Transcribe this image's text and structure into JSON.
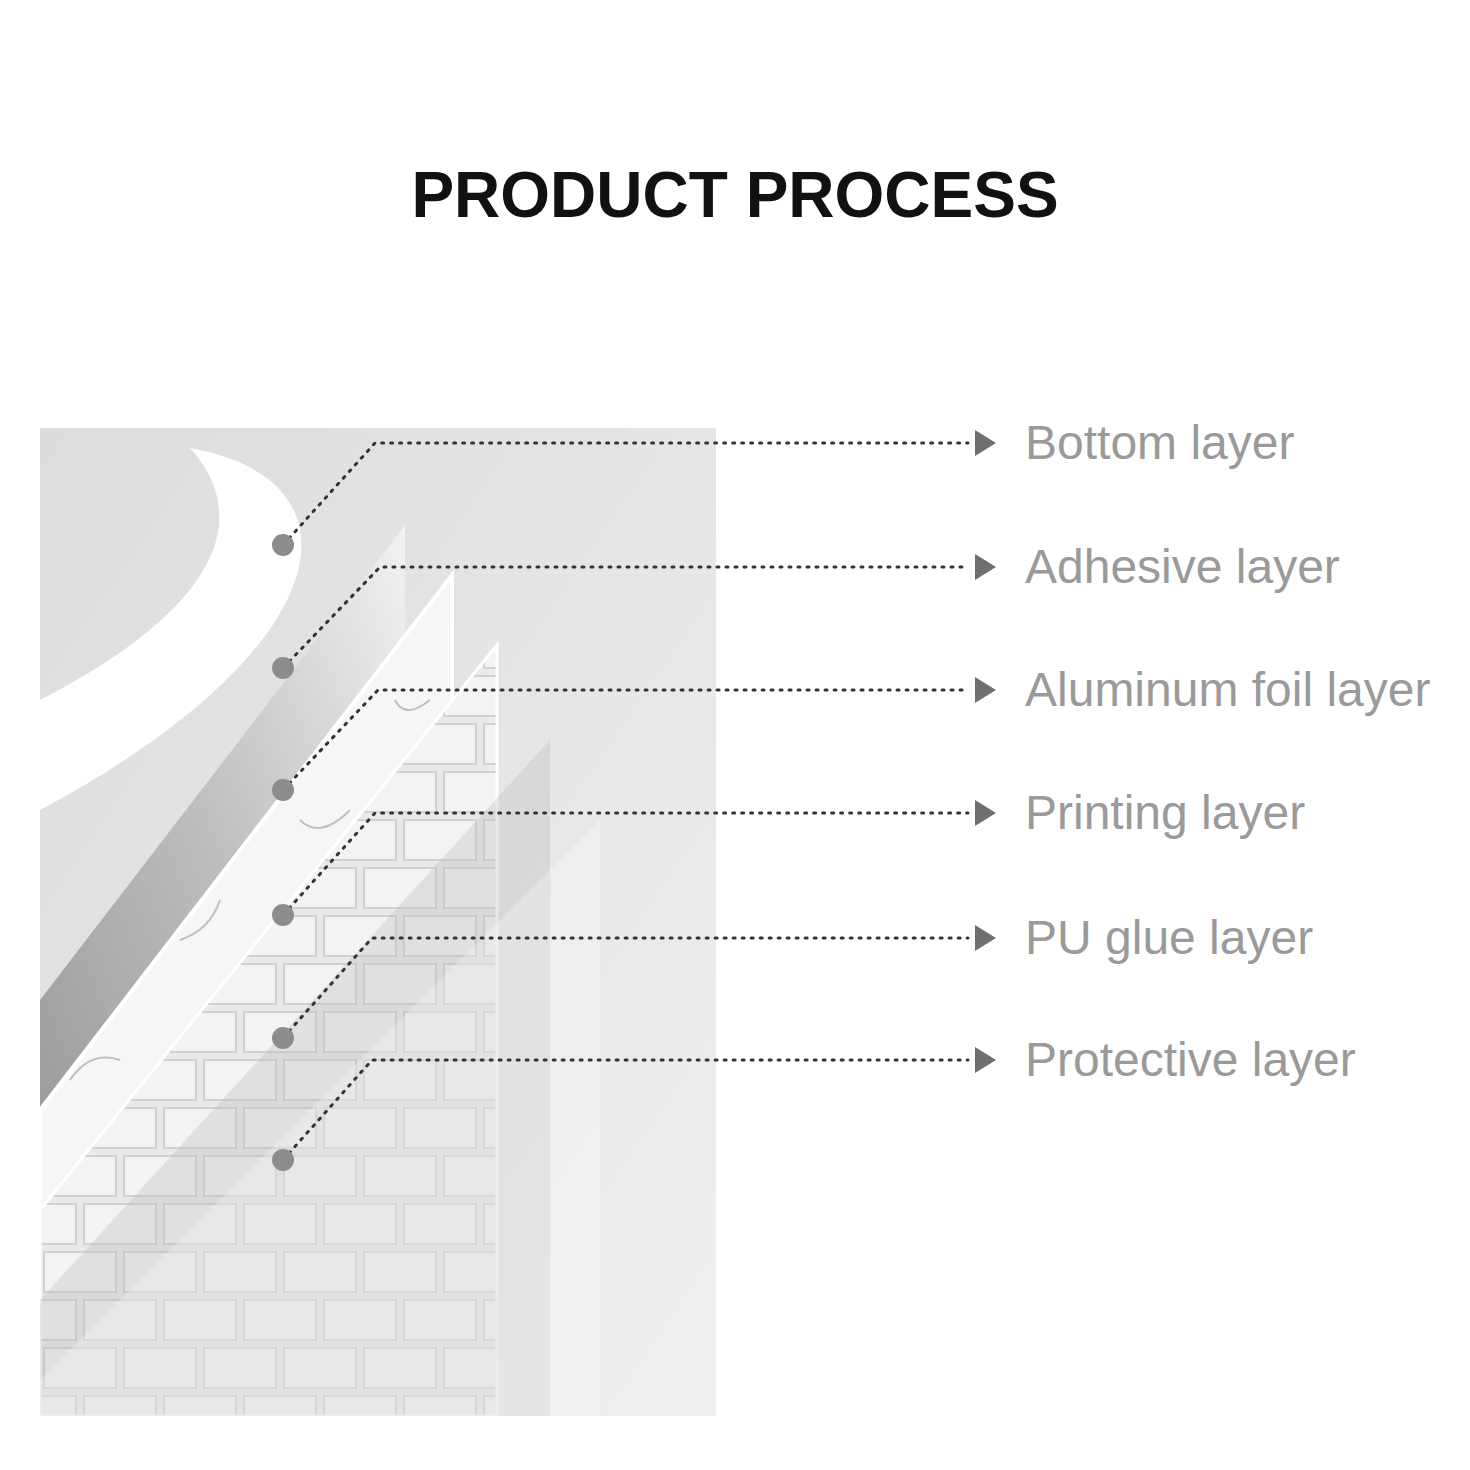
{
  "diagram": {
    "title": "PRODUCT PROCESS",
    "labels": [
      "Bottom layer",
      "Adhesive layer",
      "Aluminum foil layer",
      "Printing layer",
      "PU glue layer",
      "Protective layer"
    ]
  }
}
